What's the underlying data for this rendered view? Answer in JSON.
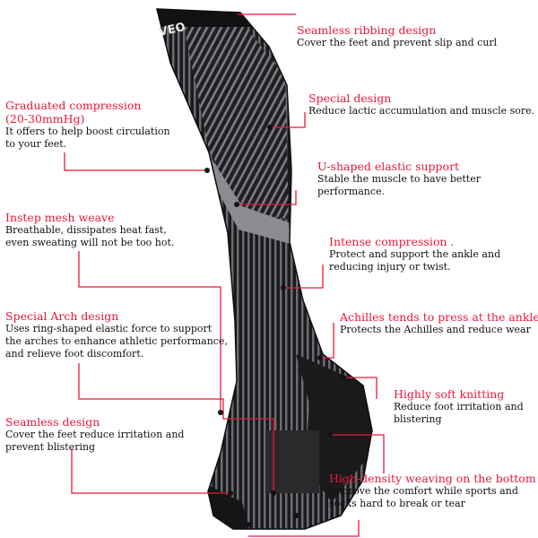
{
  "brand": {
    "text": "VEO"
  },
  "callout_color": "#e8183a",
  "features": [
    {
      "id": "seamless-ribbing",
      "title": [
        "Seamless ribbing design"
      ],
      "description": [
        "Cover the feet and prevent slip and curl"
      ]
    },
    {
      "id": "special-design",
      "title": [
        "Special design"
      ],
      "description": [
        "Reduce lactic accumulation and muscle sore."
      ]
    },
    {
      "id": "u-shaped",
      "title": [
        "U-shaped elastic support"
      ],
      "description": [
        "Stable the muscle to have better",
        "performance."
      ]
    },
    {
      "id": "intense-compression",
      "title": [
        "Intense compression ."
      ],
      "description": [
        "Protect and support the ankle and",
        "reducing injury or twist."
      ]
    },
    {
      "id": "achilles",
      "title": [
        "Achilles tends to press at the ankle"
      ],
      "description": [
        "Protects the Achilles and reduce wear"
      ]
    },
    {
      "id": "soft-knitting",
      "title": [
        "Highly soft knitting"
      ],
      "description": [
        "Reduce foot irritation and",
        "blistering"
      ]
    },
    {
      "id": "high-density",
      "title": [
        "High-density weaving on the bottom"
      ],
      "description": [
        "Improve the comfort while sports and",
        "socks hard to break or tear"
      ]
    },
    {
      "id": "graduated",
      "title": [
        "Graduated compression",
        "(20-30mmHg)"
      ],
      "description": [
        "It offers to help boost circulation",
        "to your feet."
      ]
    },
    {
      "id": "instep-mesh",
      "title": [
        "Instep mesh weave"
      ],
      "description": [
        "Breathable, dissipates heat fast,",
        "even sweating will not be too hot."
      ]
    },
    {
      "id": "arch",
      "title": [
        "Special Arch design"
      ],
      "description": [
        "Uses ring-shaped elastic force to support",
        "the arches to enhance athletic performance,",
        "and relieve foot discomfort."
      ]
    },
    {
      "id": "seamless-design",
      "title": [
        "Seamless design"
      ],
      "description": [
        "Cover the feet reduce irritation and",
        "prevent blistering"
      ]
    }
  ]
}
